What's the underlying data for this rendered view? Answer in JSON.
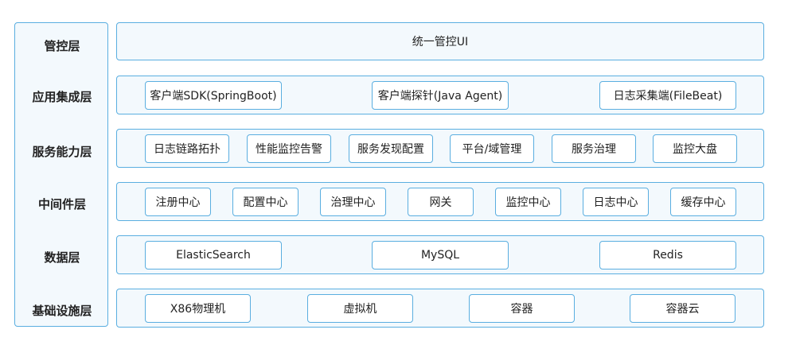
{
  "layers": [
    {
      "label": "管控层",
      "items": [
        "统一管控UI"
      ]
    },
    {
      "label": "应用集成层",
      "items": [
        "客户端SDK(SpringBoot)",
        "客户端探针(Java Agent)",
        "日志采集端(FileBeat)"
      ]
    },
    {
      "label": "服务能力层",
      "items": [
        "日志链路拓扑",
        "性能监控告警",
        "服务发现配置",
        "平台/域管理",
        "服务治理",
        "监控大盘"
      ]
    },
    {
      "label": "中间件层",
      "items": [
        "注册中心",
        "配置中心",
        "治理中心",
        "网关",
        "监控中心",
        "日志中心",
        "缓存中心"
      ]
    },
    {
      "label": "数据层",
      "items": [
        "ElasticSearch",
        "MySQL",
        "Redis"
      ]
    },
    {
      "label": "基础设施层",
      "items": [
        "X86物理机",
        "虚拟机",
        "容器",
        "容器云"
      ]
    }
  ],
  "colors": {
    "border": "#5aaee0",
    "fill": "#f3f9fd",
    "chip": "#ffffff"
  }
}
